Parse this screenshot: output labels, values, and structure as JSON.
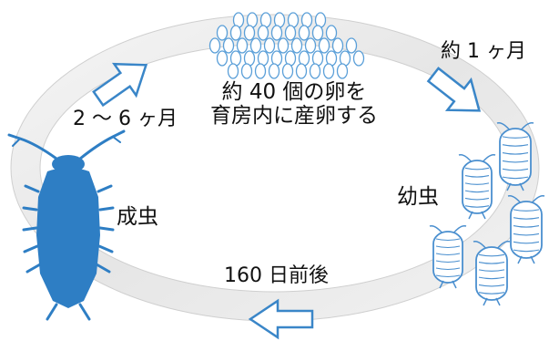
{
  "labels": {
    "center_line1": "約 40 個の卵を",
    "center_line2": "育房内に産卵する",
    "adult_to_egg_time": "2 ～ 6 ヶ月",
    "egg_to_larva_time": "約 1 ヶ月",
    "adult": "成虫",
    "larva": "幼虫",
    "larva_to_adult_time": "160 日前後"
  },
  "colors": {
    "ring_fill": "#ededed",
    "ring_stroke": "#cfcfcf",
    "arrow_stroke": "#3a86c8",
    "arrow_fill": "#ffffff",
    "adult_fill": "#2e7ec4",
    "egg_stroke": "#5a9fd8",
    "egg_fill": "#ffffff",
    "larva_stroke": "#4a8fcf",
    "text": "#111111"
  },
  "icons": {
    "adult": "pill-bug-adult-icon",
    "egg": "egg-icon",
    "larva": "pill-bug-larva-icon",
    "arrow": "outline-arrow-icon"
  }
}
